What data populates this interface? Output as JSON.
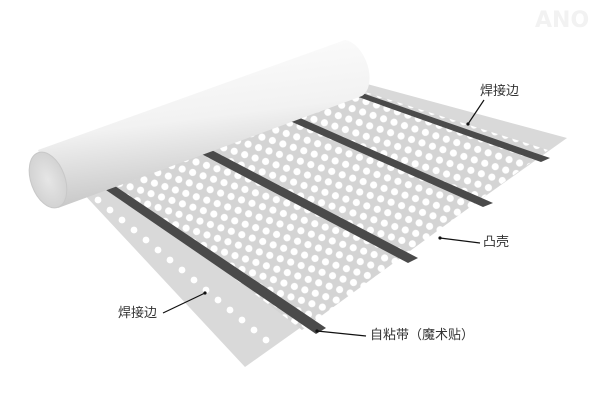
{
  "diagram": {
    "subject": "perforated drainage sheet roll",
    "colors": {
      "background": "#ffffff",
      "sheet": "#d9d9d9",
      "hole": "#ffffff",
      "strip": "#4a4a4a",
      "roll": "#f0f0f0",
      "leader": "#111111"
    },
    "labels": {
      "weld_edge_top": "焊接边",
      "weld_edge_bottom": "焊接边",
      "protrusion": "凸壳",
      "adhesive_strip": "自粘带（魔术贴）"
    },
    "watermark": "ANO"
  }
}
